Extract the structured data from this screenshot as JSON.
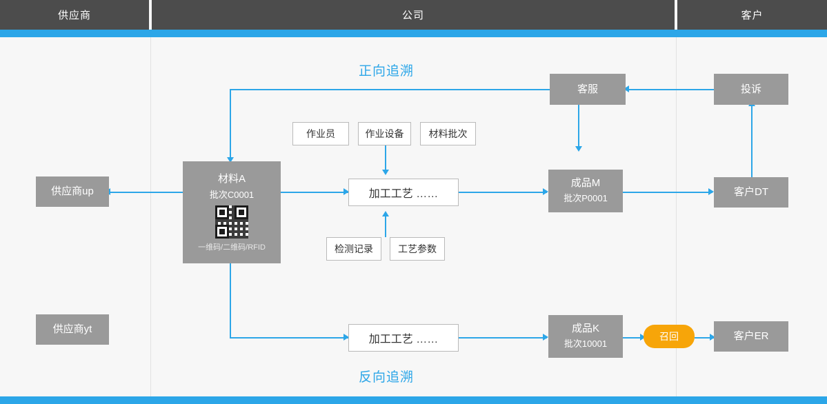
{
  "header": {
    "columns": [
      {
        "label": "供应商"
      },
      {
        "label": "公司"
      },
      {
        "label": "客户"
      }
    ]
  },
  "labels": {
    "forward": "正向追溯",
    "backward": "反向追溯"
  },
  "nodes": {
    "supplier_up": "供应商up",
    "supplier_yt": "供应商yt",
    "material": {
      "title": "材料A",
      "batch": "批次C0001",
      "code_types": "一维码/二维码/RFID",
      "qr_icon": "qr-code-icon"
    },
    "operator": "作业员",
    "equipment": "作业设备",
    "material_batch": "材料批次",
    "process_top": "加工工艺  ……",
    "inspection_record": "检测记录",
    "process_params": "工艺参数",
    "product_m": {
      "title": "成品M",
      "batch": "批次P0001"
    },
    "customer_service": "客服",
    "complaint": "投诉",
    "customer_dt": "客户DT",
    "process_bottom": "加工工艺  ……",
    "product_k": {
      "title": "成品K",
      "batch": "批次10001"
    },
    "recall": "召回",
    "customer_er": "客户ER"
  },
  "colors": {
    "accent": "#2ca6e8",
    "node": "#9a9a9a",
    "header": "#4c4c4c",
    "recall": "#f7a509",
    "background": "#f7f7f7"
  }
}
